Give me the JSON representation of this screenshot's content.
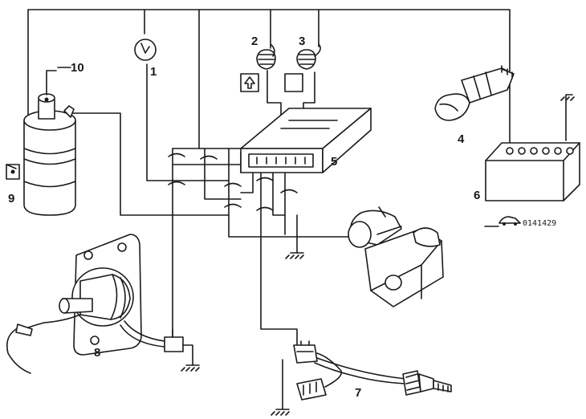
{
  "labels": {
    "c1": "1",
    "c2": "2",
    "c3": "3",
    "c4": "4",
    "c5": "5",
    "c6": "6",
    "c7": "7",
    "c8": "8",
    "c9": "9",
    "c10": "10"
  },
  "figure_code": "0141429",
  "colors": {
    "line": "#1a1a1a",
    "background": "#ffffff"
  }
}
